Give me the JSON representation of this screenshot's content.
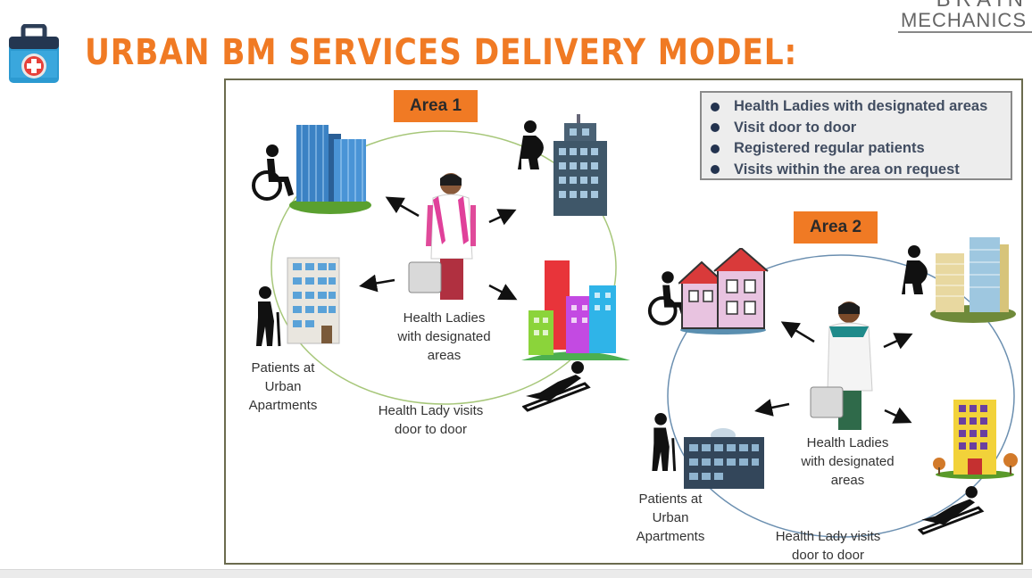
{
  "title": "URBAN BM SERVICES DELIVERY MODEL:",
  "brand": {
    "top": "BRAIN",
    "name": "MECHANICS"
  },
  "legend": {
    "items": [
      "Health Ladies with designated areas",
      "Visit door to door",
      "Registered regular patients",
      "Visits within the area on request"
    ]
  },
  "area1": {
    "badge": "Area 1",
    "center_label": [
      "Health Ladies",
      "with designated",
      "areas"
    ],
    "patients_label": [
      "Patients at",
      "Urban",
      "Apartments"
    ],
    "visit_label": [
      "Health Lady visits",
      "door to door"
    ]
  },
  "area2": {
    "badge": "Area 2",
    "center_label": [
      "Health Ladies",
      "with designated",
      "areas"
    ],
    "patients_label": [
      "Patients at",
      "Urban",
      "Apartments"
    ],
    "visit_label": [
      "Health Lady visits",
      "door to door"
    ]
  },
  "colors": {
    "accent": "#f07a24",
    "bullet": "#23334f",
    "legend_text": "#414d61"
  },
  "icons": [
    "medical-kit-icon",
    "wheelchair-icon",
    "elderly-cane-icon",
    "pregnant-woman-icon",
    "reclining-patient-icon",
    "building-icon",
    "health-worker-icon",
    "arrow-icon"
  ]
}
